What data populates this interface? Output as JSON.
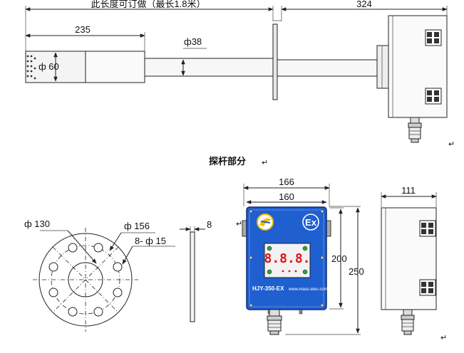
{
  "probe": {
    "length_note": "此长度可订做（最长1.8米）",
    "dim_324": "324",
    "dim_235": "235",
    "dim_phi38": "ф38",
    "dim_phi60": "ф 60"
  },
  "caption": {
    "text": "探杆部分",
    "return_mark": "↵"
  },
  "flange": {
    "dim_phi130": "ф 130",
    "dim_phi156": "ф 156",
    "dim_holes": "8- ф 15",
    "dim_thickness": "8"
  },
  "box_front": {
    "dim_166": "166",
    "dim_160": "160",
    "dim_200": "200",
    "dim_250": "250",
    "display_value": "8.8.8.",
    "model_label": "HJY-350-EX",
    "website": "www.mass-elec.com",
    "ex_mark": "Ex",
    "colors": {
      "body": "#1f5fcf",
      "display": "#e0141a"
    }
  },
  "box_side": {
    "dim_111": "111"
  },
  "marks": {
    "return_1": "↵",
    "return_2": "↵",
    "return_3": "↵"
  }
}
